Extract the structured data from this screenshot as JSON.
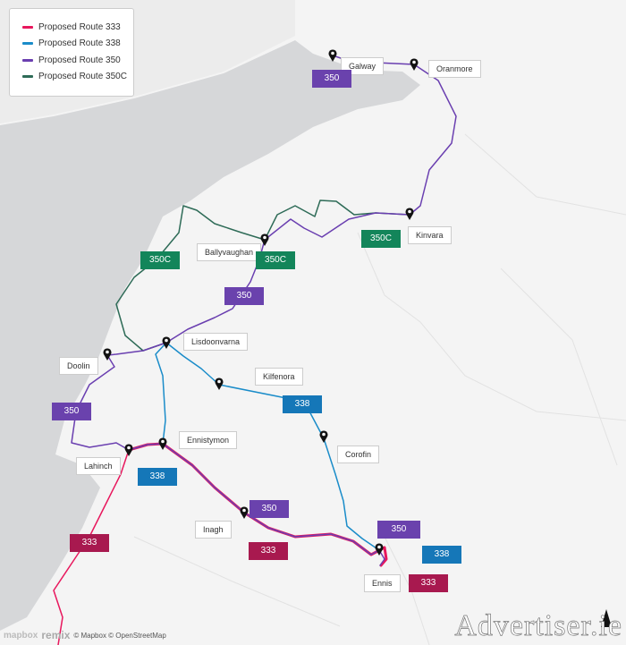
{
  "legend": {
    "items": [
      {
        "label": "Proposed Route 333",
        "color": "#e8175d"
      },
      {
        "label": "Proposed Route 338",
        "color": "#1a8cc9"
      },
      {
        "label": "Proposed Route 350",
        "color": "#6a3fb0"
      },
      {
        "label": "Proposed Route 350C",
        "color": "#2e6b57"
      }
    ]
  },
  "places": {
    "galway": "Galway",
    "oranmore": "Oranmore",
    "kinvara": "Kinvara",
    "ballyvaughan": "Ballyvaughan",
    "lisdoonvarna": "Lisdoonvarna",
    "doolin": "Doolin",
    "kilfenora": "Kilfenora",
    "corofin": "Corofin",
    "ennistymon": "Ennistymon",
    "lahinch": "Lahinch",
    "inagh": "Inagh",
    "ennis": "Ennis"
  },
  "route_badges": {
    "r333": "333",
    "r338": "338",
    "r350": "350",
    "r350c": "350C",
    "colors": {
      "333": "#a8194f",
      "338": "#1577b8",
      "350": "#6a42ad",
      "350C": "#13855a"
    }
  },
  "attribution": {
    "mapbox_logo": "mapbox",
    "remix_logo": "remix",
    "text": "© Mapbox © OpenStreetMap"
  },
  "watermark": "Advertiser.ie",
  "north_arrow": "north-arrow-icon"
}
